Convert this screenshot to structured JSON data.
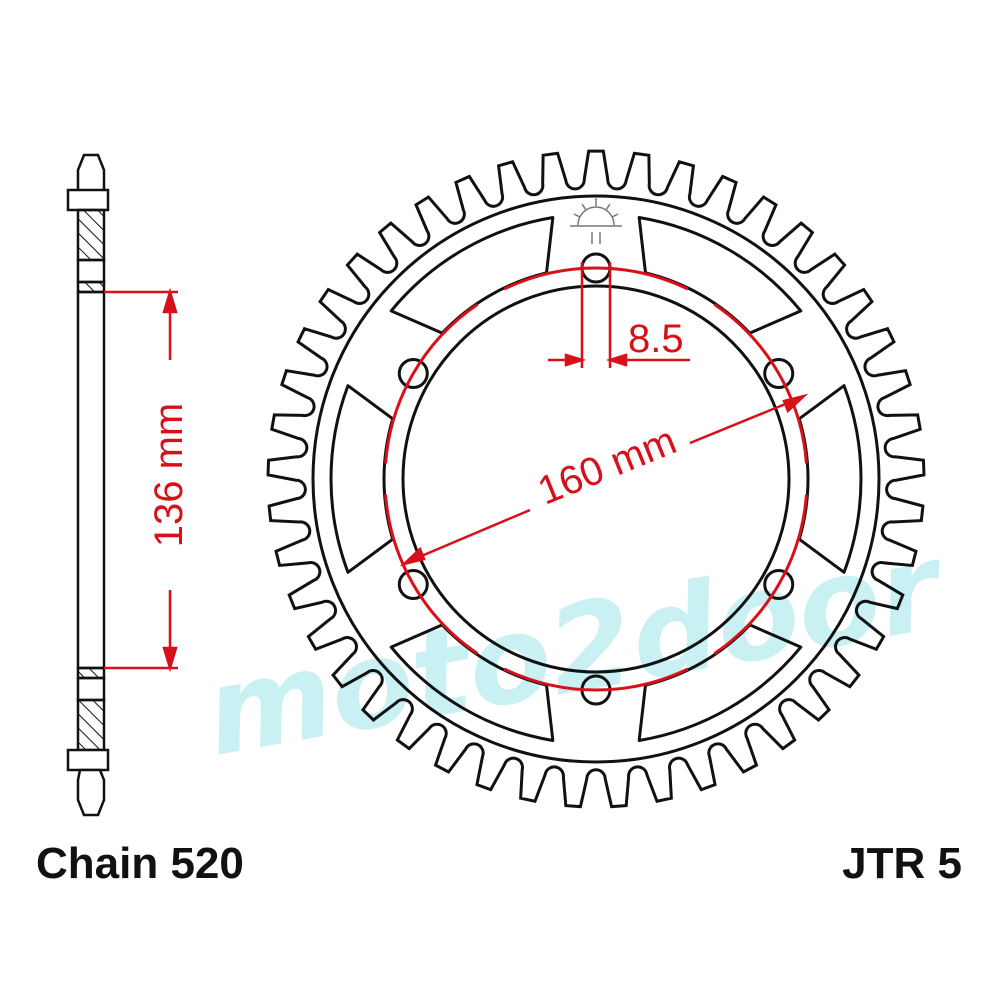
{
  "diagram": {
    "chain_label": "Chain 520",
    "part_number": "JTR 5",
    "inner_dimension": "136 mm",
    "pcd_dimension": "160 mm",
    "hole_dimension": "8.5",
    "watermark": "moto2door",
    "bolt_holes": 6,
    "colors": {
      "outline": "#111111",
      "dimension": "#d8101a",
      "watermark": "#b8ecef"
    }
  }
}
